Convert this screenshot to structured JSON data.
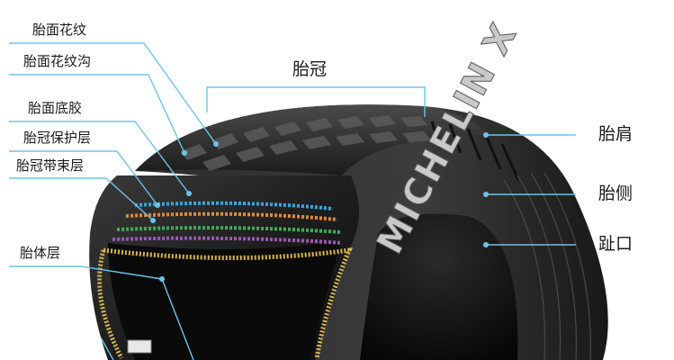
{
  "labels": {
    "tread_pattern": "胎面花纹",
    "tread_groove": "胎面花纹沟",
    "tread_base": "胎面底胶",
    "crown_protective_ply": "胎冠保护层",
    "crown_belt_ply": "胎冠带束层",
    "carcass_ply": "胎体层",
    "crown": "胎冠",
    "shoulder": "胎肩",
    "sidewall": "胎侧",
    "bead": "趾口"
  },
  "sidewall_brand_text": "MICHELIN X",
  "colors": {
    "leader_line": "#6ec3e8",
    "rubber": "#1c1c1c",
    "belt_blue": "#3aa6e0",
    "belt_orange": "#e08a3a",
    "belt_green": "#3fae54",
    "belt_purple": "#9b59b6",
    "carcass_yellow": "#d9b64a"
  }
}
